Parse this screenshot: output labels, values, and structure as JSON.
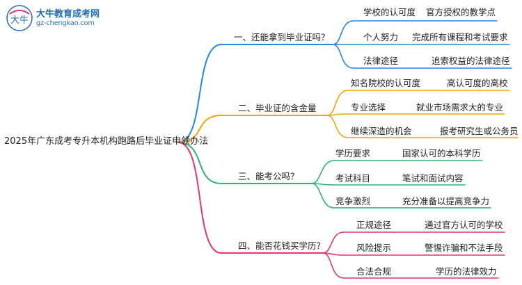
{
  "logo": {
    "title": "大牛教育成考网",
    "url": "gz-chengkao.com",
    "mark_text": "大牛"
  },
  "root": {
    "label": "2025年广东成考专升本机构跑路后毕业证申领办法"
  },
  "branches": [
    {
      "label": "一、还能拿到毕业证吗？",
      "color": "#1e88e5",
      "children": [
        {
          "label": "学校的认可度",
          "leaf": "官方授权的教学点"
        },
        {
          "label": "个人努力",
          "leaf": "完成所有课程和考试要求"
        },
        {
          "label": "法律途径",
          "leaf": "追索权益的法律途径"
        }
      ]
    },
    {
      "label": "二、毕业证的含金量",
      "color": "#f5a300",
      "children": [
        {
          "label": "知名院校的认可度",
          "leaf": "高认可度的高校"
        },
        {
          "label": "专业选择",
          "leaf": "就业市场需求大的专业"
        },
        {
          "label": "继续深造的机会",
          "leaf": "报考研究生或公务员"
        }
      ]
    },
    {
      "label": "三、能考公吗？",
      "color": "#2bb673",
      "children": [
        {
          "label": "学历要求",
          "leaf": "国家认可的本科学历"
        },
        {
          "label": "考试科目",
          "leaf": "笔试和面试内容"
        },
        {
          "label": "竞争激烈",
          "leaf": "充分准备以提高竞争力"
        }
      ]
    },
    {
      "label": "四、能否花钱买学历？",
      "color": "#e8336d",
      "children": [
        {
          "label": "正规途径",
          "leaf": "通过官方认可的学校"
        },
        {
          "label": "风险提示",
          "leaf": "警惕诈骗和不法手段"
        },
        {
          "label": "合法合规",
          "leaf": "学历的法律效力"
        }
      ]
    }
  ]
}
